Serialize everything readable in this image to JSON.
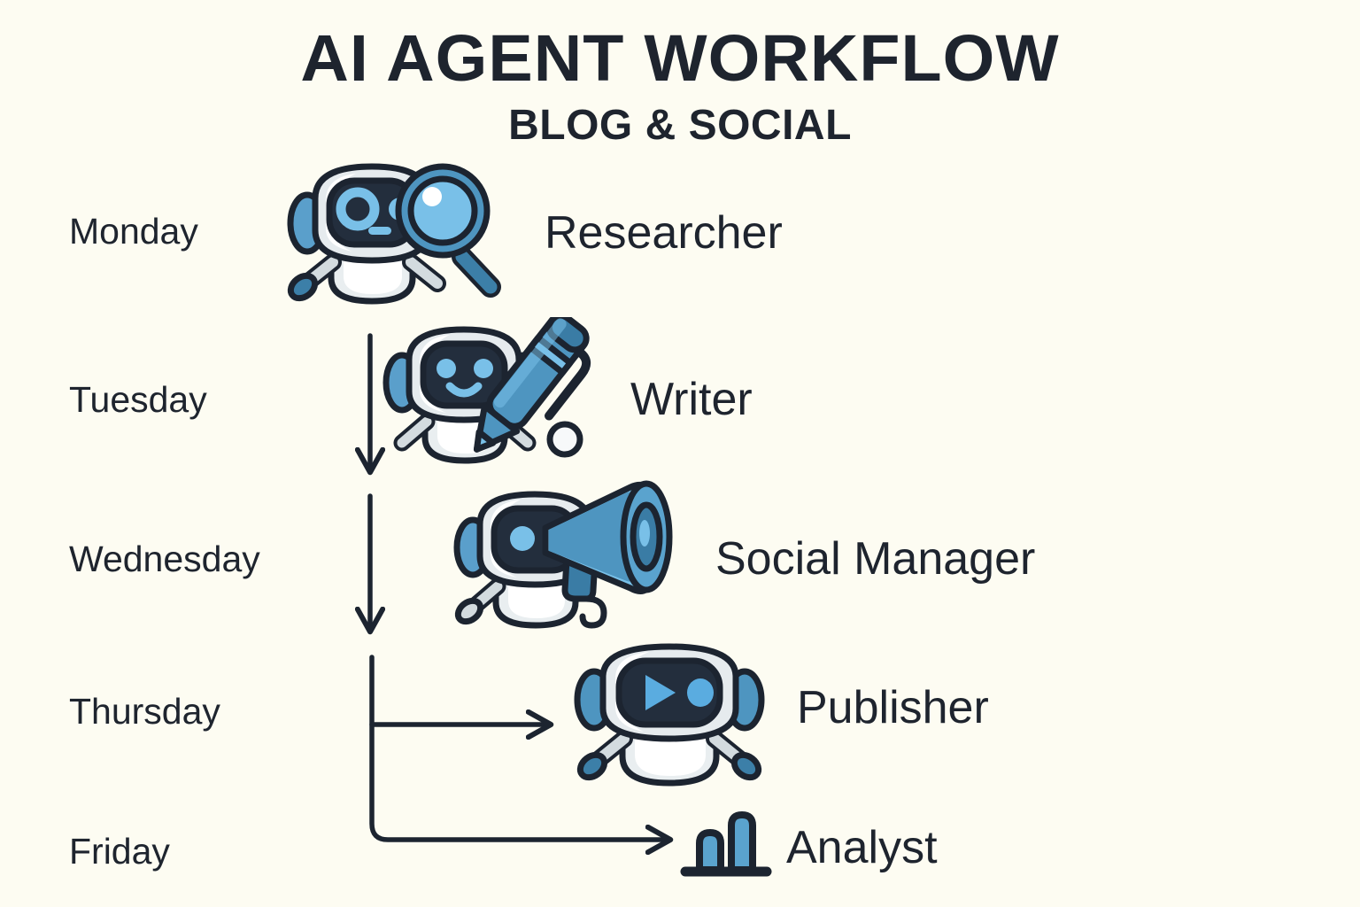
{
  "header": {
    "title": "AI AGENT WORKFLOW",
    "subtitle": "BLOG & SOCIAL"
  },
  "diagram": {
    "kind": "vertical-workflow-timeline",
    "background_color": "#FDFCF2",
    "text_color": "#1E242E",
    "accent_colors": {
      "light_blue": "#79C0E8",
      "mid_blue": "#4E95C0",
      "deep_blue": "#3A7CA5",
      "outline": "#1C2430",
      "body_white": "#F7F9FA",
      "body_gray": "#C7D1D6"
    },
    "steps": [
      {
        "day": "Monday",
        "role": "Researcher",
        "icon": "robot-with-magnifier-icon"
      },
      {
        "day": "Tuesday",
        "role": "Writer",
        "icon": "robot-with-pen-icon"
      },
      {
        "day": "Wednesday",
        "role": "Social Manager",
        "icon": "robot-with-megaphone-icon"
      },
      {
        "day": "Thursday",
        "role": "Publisher",
        "icon": "robot-with-play-button-icon"
      },
      {
        "day": "Friday",
        "role": "Analyst",
        "icon": "bar-chart-icon"
      }
    ],
    "connectors": [
      {
        "name": "arrow-monday-to-tuesday",
        "type": "straight-down-arrow"
      },
      {
        "name": "arrow-tuesday-to-wednesday",
        "type": "straight-down-arrow"
      },
      {
        "name": "arrow-wednesday-to-thursday",
        "type": "elbow-right-arrow"
      },
      {
        "name": "arrow-wednesday-to-friday",
        "type": "rounded-elbow-right-arrow"
      }
    ]
  }
}
